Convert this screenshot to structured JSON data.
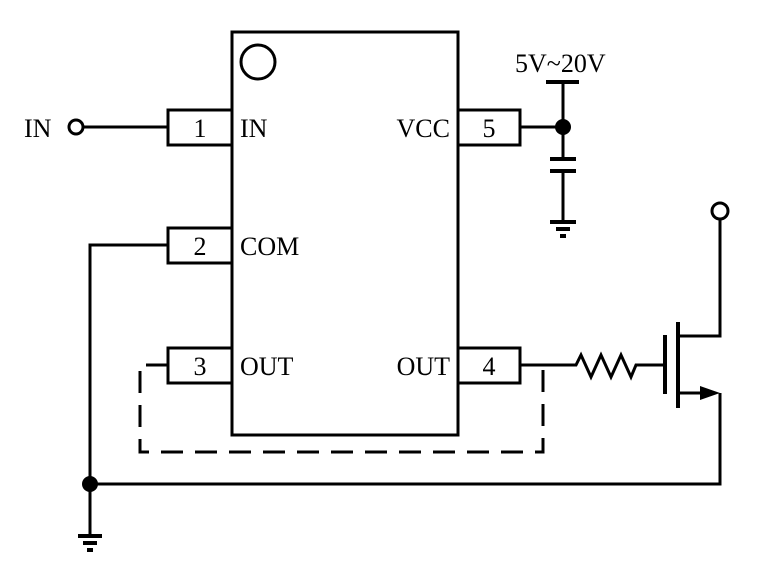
{
  "input_terminal_label": "IN",
  "supply_label": "5V~20V",
  "ic": {
    "pins": [
      {
        "number": "1",
        "name": "IN"
      },
      {
        "number": "2",
        "name": "COM"
      },
      {
        "number": "3",
        "name": "OUT"
      },
      {
        "number": "4",
        "name": "OUT"
      },
      {
        "number": "5",
        "name": "VCC"
      }
    ]
  },
  "colors": {
    "line": "#000000",
    "background": "#ffffff"
  }
}
